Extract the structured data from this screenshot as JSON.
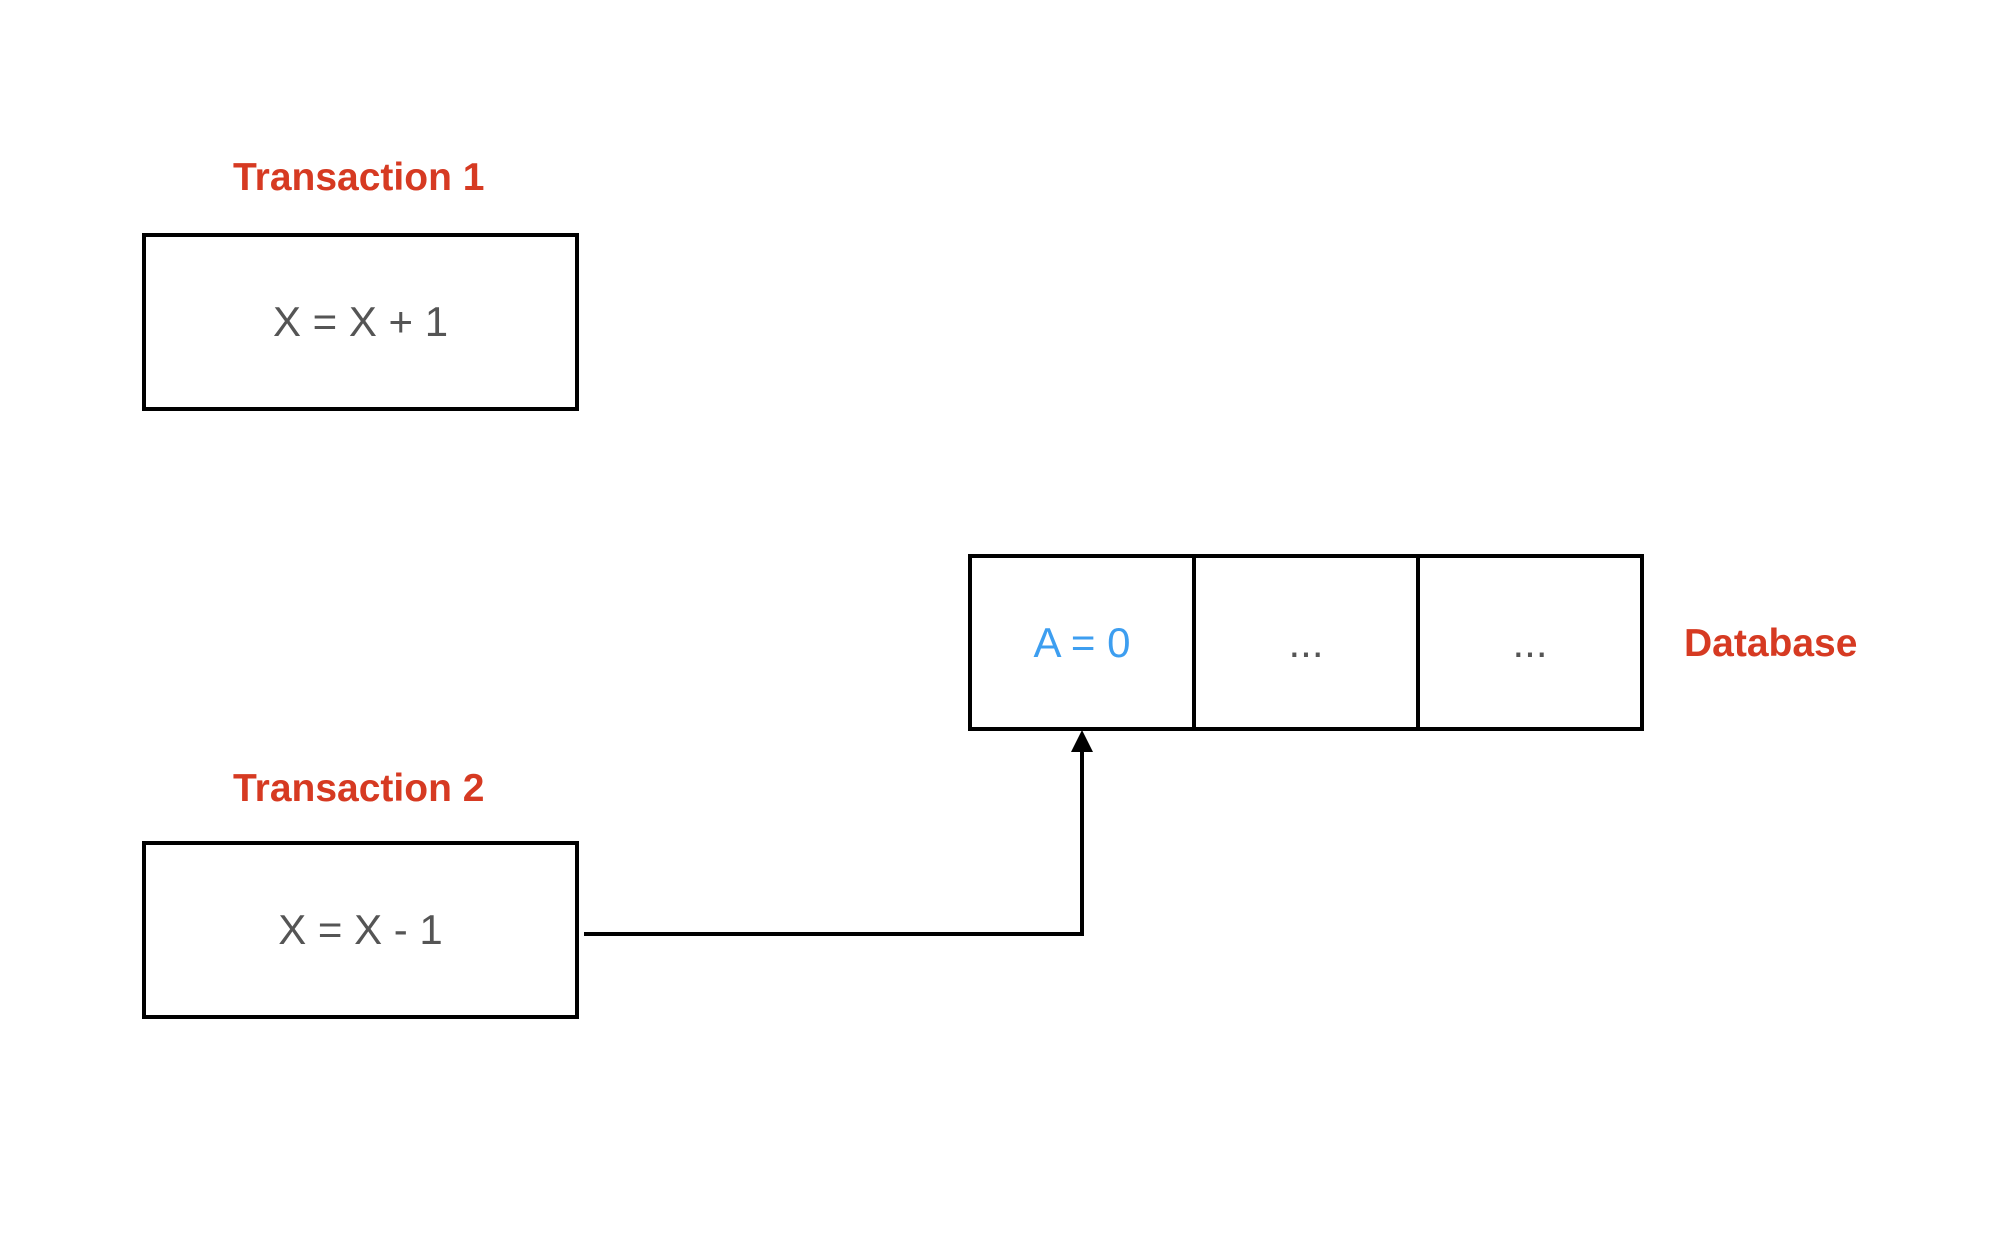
{
  "transactions": [
    {
      "label": "Transaction 1",
      "operation": "X = X + 1"
    },
    {
      "label": "Transaction 2",
      "operation": "X = X - 1"
    }
  ],
  "database": {
    "label": "Database",
    "cells": [
      "A = 0",
      "...",
      "..."
    ]
  },
  "colors": {
    "label": "#d63a22",
    "highlight": "#3d9ef0",
    "text": "#555555",
    "stroke": "#000000"
  }
}
